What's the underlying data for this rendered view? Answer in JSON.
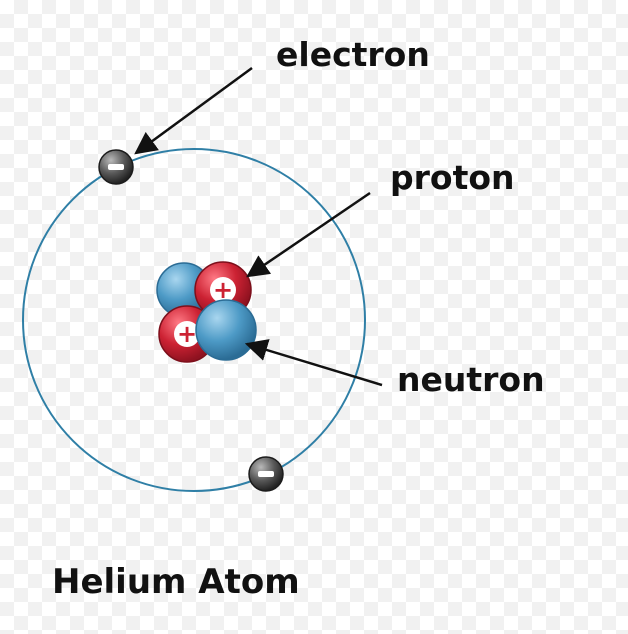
{
  "diagram": {
    "title": "Helium Atom",
    "labels": {
      "electron": "electron",
      "proton": "proton",
      "neutron": "neutron"
    },
    "particles": {
      "proton_symbol": "+",
      "electron_symbol": "−"
    },
    "colors": {
      "orbit": "#2f7fa6",
      "proton": "#cc2233",
      "neutron": "#4d9ac6",
      "electron": "#4a4a4a",
      "arrow": "#111111",
      "text": "#111111"
    }
  }
}
